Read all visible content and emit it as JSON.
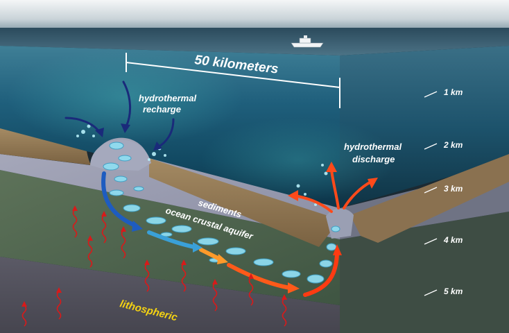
{
  "scale_label": "50 kilometers",
  "labels": {
    "recharge_line1": "hydrothermal",
    "recharge_line2": "recharge",
    "discharge_line1": "hydrothermal",
    "discharge_line2": "discharge",
    "sediments": "sediments",
    "aquifer": "ocean crustal aquifer",
    "lithosphere": "lithospheric"
  },
  "depth_markers": [
    "1 km",
    "2 km",
    "3 km",
    "4 km",
    "5 km"
  ],
  "colors": {
    "recharge_arrow": "#1a2a7a",
    "discharge_arrow": "#ff4a1a",
    "heat_squiggle": "#d81a1a",
    "lithosphere_label": "#f5d312",
    "fluid": "#7fd6ee"
  }
}
